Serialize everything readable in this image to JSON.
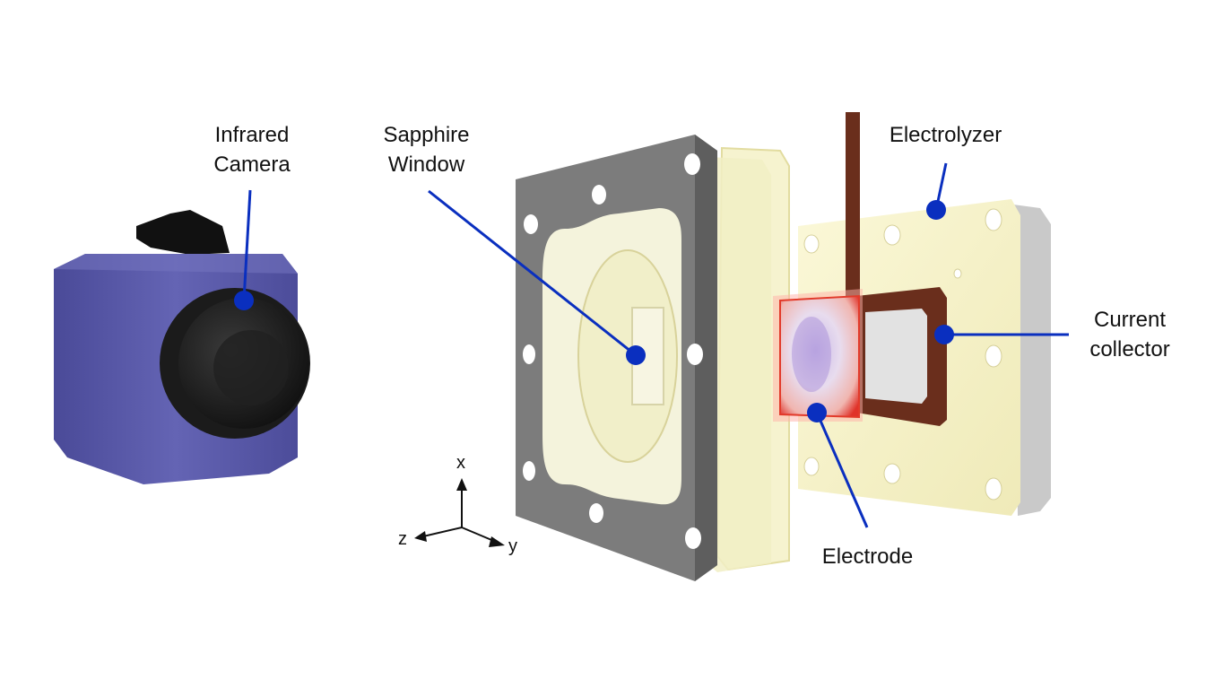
{
  "labels": {
    "camera": [
      "Infrared",
      "Camera"
    ],
    "window": [
      "Sapphire",
      "Window"
    ],
    "electrolyzer": "Electrolyzer",
    "collector": [
      "Current",
      "collector"
    ],
    "electrode": "Electrode"
  },
  "axes": {
    "x": "x",
    "y": "y",
    "z": "z"
  },
  "colors": {
    "leader": "#0a2fbf",
    "camera_body": "#5a5aa8",
    "frame": "#7a7a7a",
    "window_plate": "#f3f1c8",
    "electrolyzer": "#faf2b4",
    "collector": "#6a2e1c",
    "electrode_edge": "#e23a2a"
  }
}
